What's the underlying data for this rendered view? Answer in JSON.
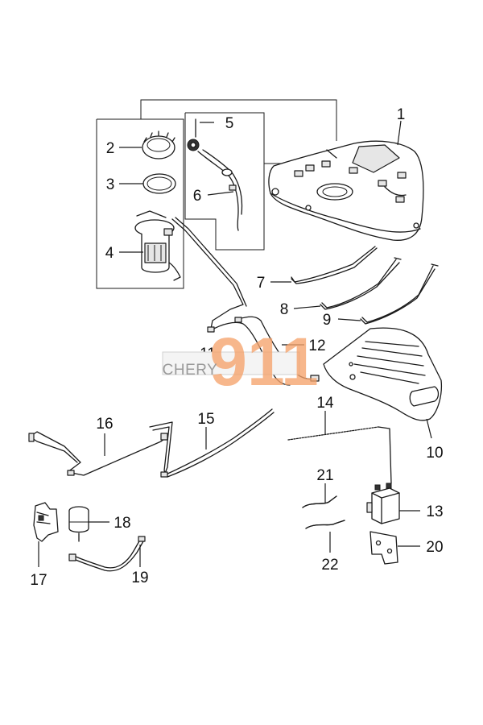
{
  "watermark": {
    "brand": "CHERY",
    "number": "911",
    "accent_color": "#f6a36c"
  },
  "callouts": [
    "1",
    "2",
    "3",
    "4",
    "5",
    "6",
    "7",
    "8",
    "9",
    "10",
    "11",
    "12",
    "13",
    "14",
    "15",
    "16",
    "17",
    "18",
    "19",
    "20",
    "21",
    "22"
  ],
  "parts": [
    {
      "ref": "1",
      "icon": "fuel-tank"
    },
    {
      "ref": "2",
      "icon": "filler-neck-hose"
    },
    {
      "ref": "3",
      "icon": "filler-cap"
    },
    {
      "ref": "4",
      "icon": "fuel-pump-module"
    },
    {
      "ref": "5",
      "icon": "seal-ring"
    },
    {
      "ref": "6",
      "icon": "lock-ring"
    },
    {
      "ref": "7",
      "icon": "tank-strap"
    },
    {
      "ref": "8",
      "icon": "tank-strap"
    },
    {
      "ref": "9",
      "icon": "tank-strap"
    },
    {
      "ref": "10",
      "icon": "heat-shield"
    },
    {
      "ref": "11",
      "icon": "fuel-line"
    },
    {
      "ref": "12",
      "icon": "fuel-line"
    },
    {
      "ref": "13",
      "icon": "charcoal-canister"
    },
    {
      "ref": "14",
      "icon": "vent-hose"
    },
    {
      "ref": "15",
      "icon": "fuel-line"
    },
    {
      "ref": "16",
      "icon": "fuel-filter"
    },
    {
      "ref": "17",
      "icon": "fuel-line"
    },
    {
      "ref": "18",
      "icon": "filter-bracket"
    },
    {
      "ref": "19",
      "icon": "hose"
    },
    {
      "ref": "20",
      "icon": "canister-bracket"
    },
    {
      "ref": "21",
      "icon": "hose"
    },
    {
      "ref": "22",
      "icon": "hose"
    }
  ]
}
